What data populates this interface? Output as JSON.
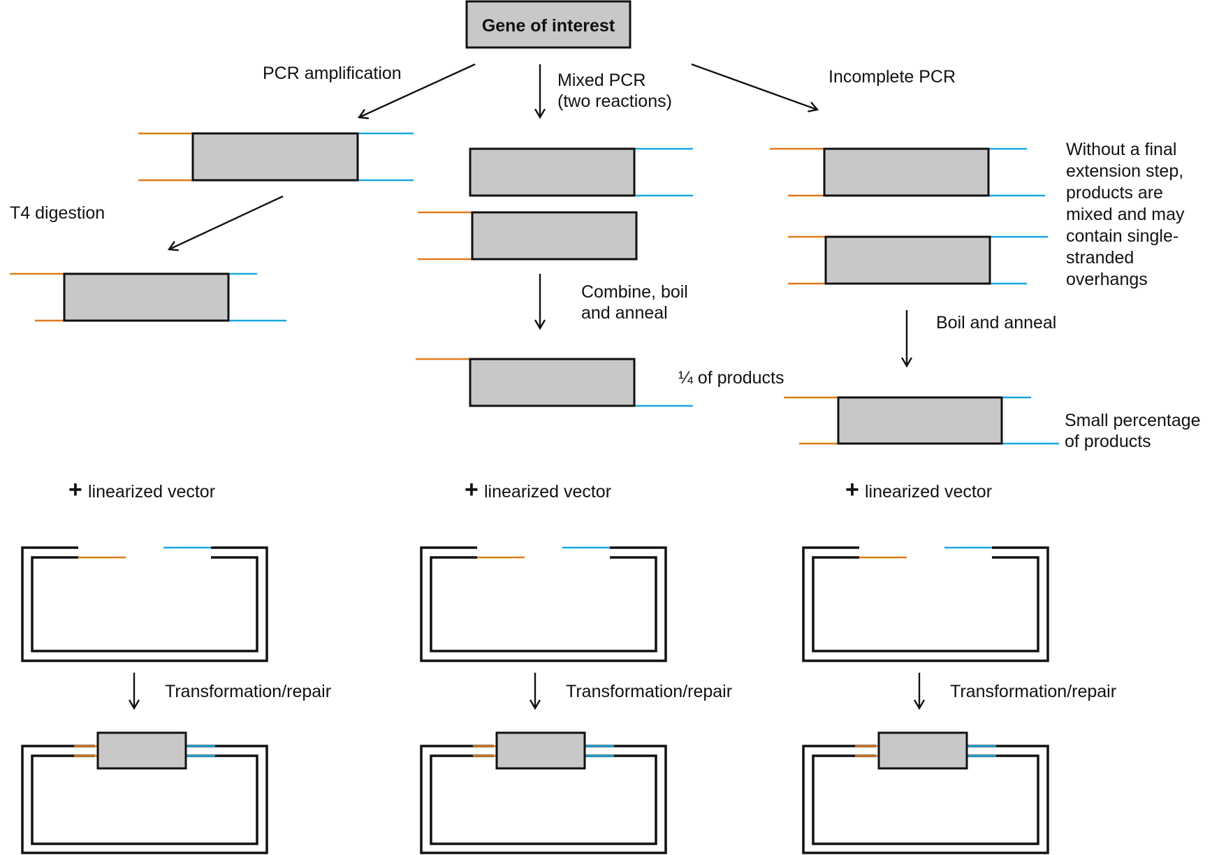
{
  "colors": {
    "gene_fill": "#c8c8c8",
    "outline": "#111111",
    "left_overhang": "#e07b1a",
    "right_overhang": "#1ba7e0"
  },
  "title": "Gene of interest",
  "pathways": [
    {
      "name": "PCR amplification",
      "steps": [
        "T4 digestion"
      ],
      "plus_label": "linearized vector",
      "final_step": "Transformation/repair"
    },
    {
      "name": "Mixed PCR\n(two reactions)",
      "steps": [
        "Combine, boil\nand anneal"
      ],
      "note": "¼ of products",
      "plus_label": "linearized vector",
      "final_step": "Transformation/repair"
    },
    {
      "name": "Incomplete PCR",
      "side_note": "Without a final\nextension step,\nproducts are\nmixed and may\ncontain single-\nstranded\noverhangs",
      "steps": [
        "Boil and anneal"
      ],
      "note": "Small percentage\nof products",
      "plus_label": "linearized vector",
      "final_step": "Transformation/repair"
    }
  ]
}
